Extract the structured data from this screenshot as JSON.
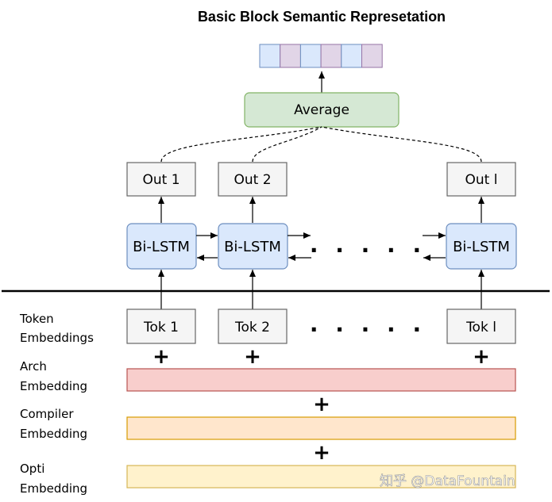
{
  "title": "Basic Block Semantic Represetation",
  "average_label": "Average",
  "outputs": [
    "Out 1",
    "Out 2",
    "Out l"
  ],
  "lstm_label": "Bi-LSTM",
  "tokens": [
    "Tok 1",
    "Tok 2",
    "Tok l"
  ],
  "ellipsis": ". . . . .",
  "plus": "+",
  "left_labels": {
    "token": [
      "Token",
      "Embeddings"
    ],
    "arch": [
      "Arch",
      "Embedding"
    ],
    "compiler": [
      "Compiler",
      "Embedding"
    ],
    "opti": [
      "Opti",
      "Embedding"
    ]
  },
  "watermark": "知乎 @DataFountain",
  "colors": {
    "vector_cells": [
      "#dae8fc",
      "#e1d5e7",
      "#dae8fc",
      "#e1d5e7",
      "#dae8fc",
      "#e1d5e7"
    ],
    "average_fill": "#d5e8d4",
    "average_stroke": "#82b366",
    "lstm_fill": "#dae8fc",
    "lstm_stroke": "#6c8ebf",
    "box_fill": "#f5f5f5",
    "box_stroke": "#666666",
    "arch_fill": "#f8cecc",
    "arch_stroke": "#b85450",
    "compiler_fill": "#ffe6cc",
    "compiler_stroke": "#d79b00",
    "opti_fill": "#fff2cc",
    "opti_stroke": "#d6b656"
  }
}
